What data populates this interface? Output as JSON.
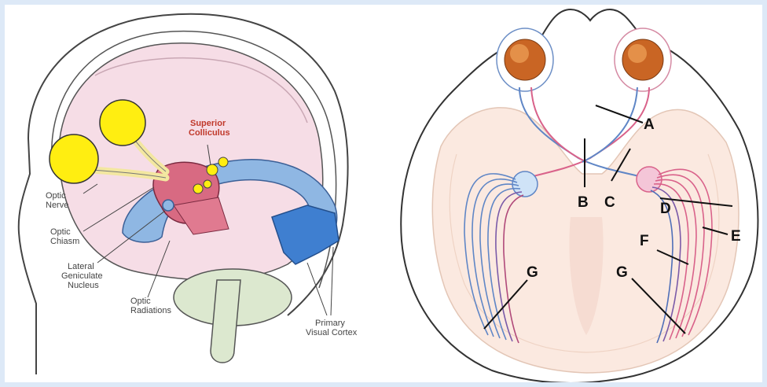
{
  "left_diagram": {
    "labels": {
      "superior_colliculus_1": "Superior",
      "superior_colliculus_2": "Colliculus",
      "optic_nerve_1": "Optic",
      "optic_nerve_2": "Nerve",
      "optic_chiasm_1": "Optic",
      "optic_chiasm_2": "Chiasm",
      "lgn_1": "Lateral",
      "lgn_2": "Geniculate",
      "lgn_3": "Nucleus",
      "optic_radiations_1": "Optic",
      "optic_radiations_2": "Radiations",
      "visual_cortex_1": "Primary",
      "visual_cortex_2": "Visual Cortex"
    }
  },
  "right_diagram": {
    "labels": {
      "a": "A",
      "b": "B",
      "c": "C",
      "d": "D",
      "e": "E",
      "f": "F",
      "g_left": "G",
      "g_right": "G"
    }
  },
  "colors": {
    "brain_pink": "#f6dde6",
    "radiation_blue": "#8fb7e3",
    "eye_yellow": "#ffee11",
    "nucleus_red": "#d86a82",
    "pathway_blue": "#5f86c6",
    "pathway_pink": "#d9628a"
  }
}
